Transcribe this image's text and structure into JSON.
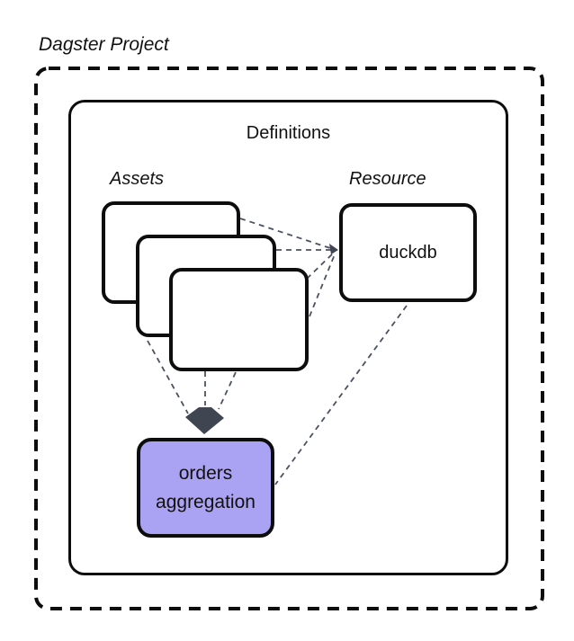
{
  "diagram": {
    "title": "Dagster Project",
    "definitions_label": "Definitions",
    "assets_label": "Assets",
    "resource_label": "Resource",
    "resource_box_label": "duckdb",
    "asset_box_label": "orders aggregation"
  },
  "colors": {
    "accent_purple": "#aaa2f2",
    "box_border": "#0d0d0d",
    "connector_line": "#4a5160",
    "arrow_head": "#3f4551",
    "background": "#ffffff",
    "text": "#111111"
  }
}
